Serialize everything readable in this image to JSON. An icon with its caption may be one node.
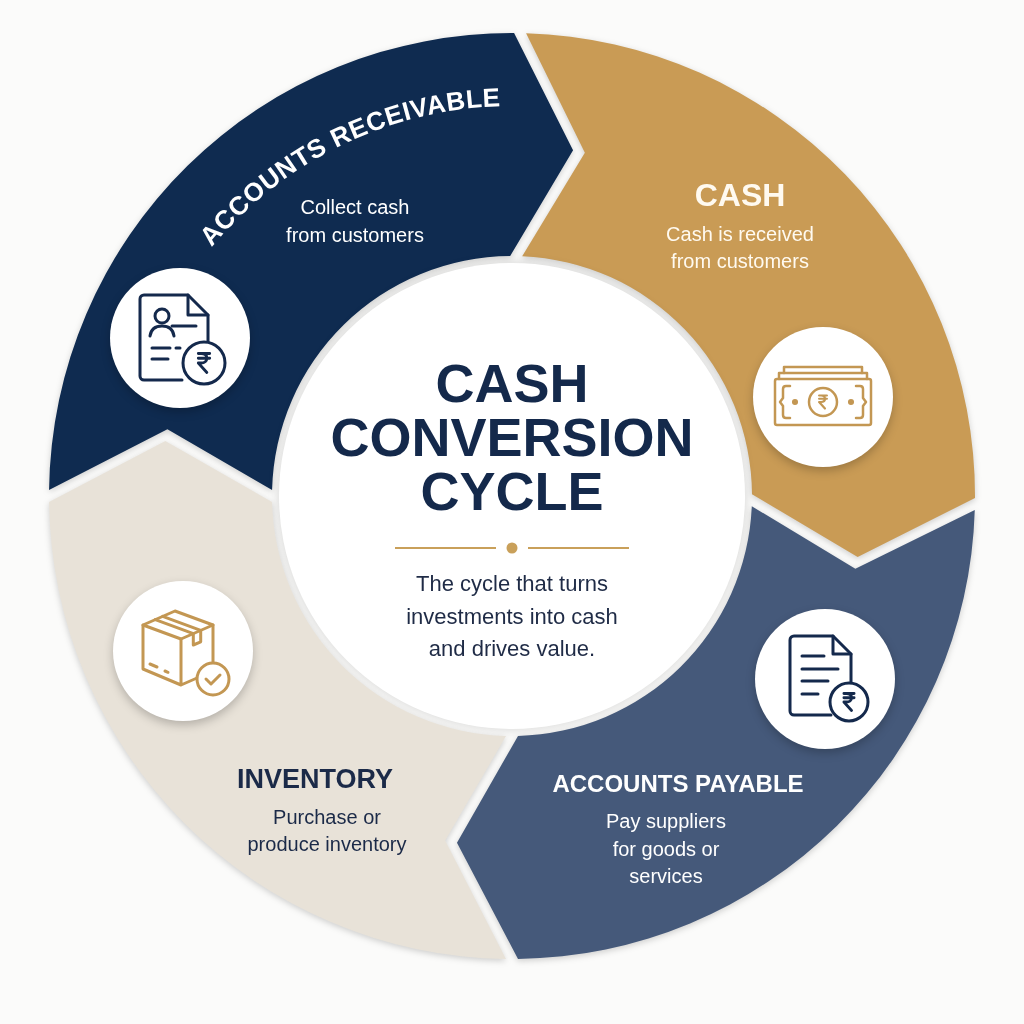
{
  "diagram": {
    "nodes": [
      {
        "text": [
          "ACCOUNTS RECEIVABLE",
          "Collect cash from customers"
        ]
      },
      {
        "text": [
          "CASH",
          "Cash is received from customers"
        ]
      },
      {
        "text": [
          "CASH CONVERSION CYCLE",
          "The cycle that turns investments into cash and drives value."
        ]
      },
      {
        "text": [
          "INVENTORY",
          "Purchase or produce inventory"
        ]
      },
      {
        "text": [
          "ACCOUNTS PAYABLE",
          "Pay suppliers for goods or services"
        ]
      }
    ]
  }
}
